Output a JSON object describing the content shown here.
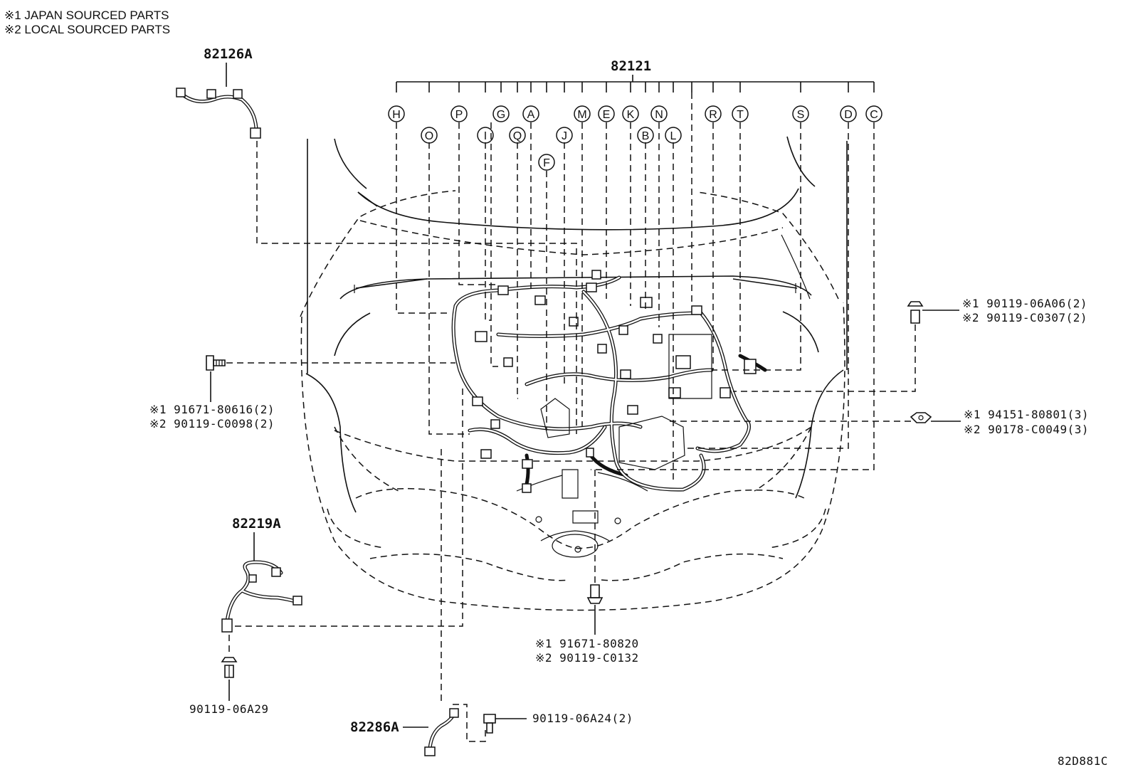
{
  "notes": [
    "※1 JAPAN SOURCED PARTS",
    "※2 LOCAL SOURCED PARTS"
  ],
  "main_part": "82121",
  "connectors": [
    "H",
    "O",
    "P",
    "G",
    "I",
    "Q",
    "A",
    "F",
    "J",
    "M",
    "E",
    "K",
    "B",
    "N",
    "L",
    "R",
    "T",
    "S",
    "D",
    "C"
  ],
  "parts": {
    "p82126A": "82126A",
    "p82219A": "82219A",
    "p82286A": "82286A"
  },
  "fasteners": {
    "bolt_right_top": {
      "line1": "※1 90119-06A06(2)",
      "line2": "※2 90119-C0307(2)"
    },
    "nut_right": {
      "line1": "※1 94151-80801(3)",
      "line2": "※2 90178-C0049(3)"
    },
    "clip_left": {
      "line1": "※1 91671-80616(2)",
      "line2": "※2 90119-C0098(2)"
    },
    "clip_bottom": {
      "line1": "※1 91671-80820",
      "line2": "※2 90119-C0132"
    },
    "bolt_left_bottom": {
      "line1": "90119-06A29"
    },
    "bolt_bottom": {
      "line1": "90119-06A24(2)"
    }
  },
  "diagram_id": "82D881C"
}
